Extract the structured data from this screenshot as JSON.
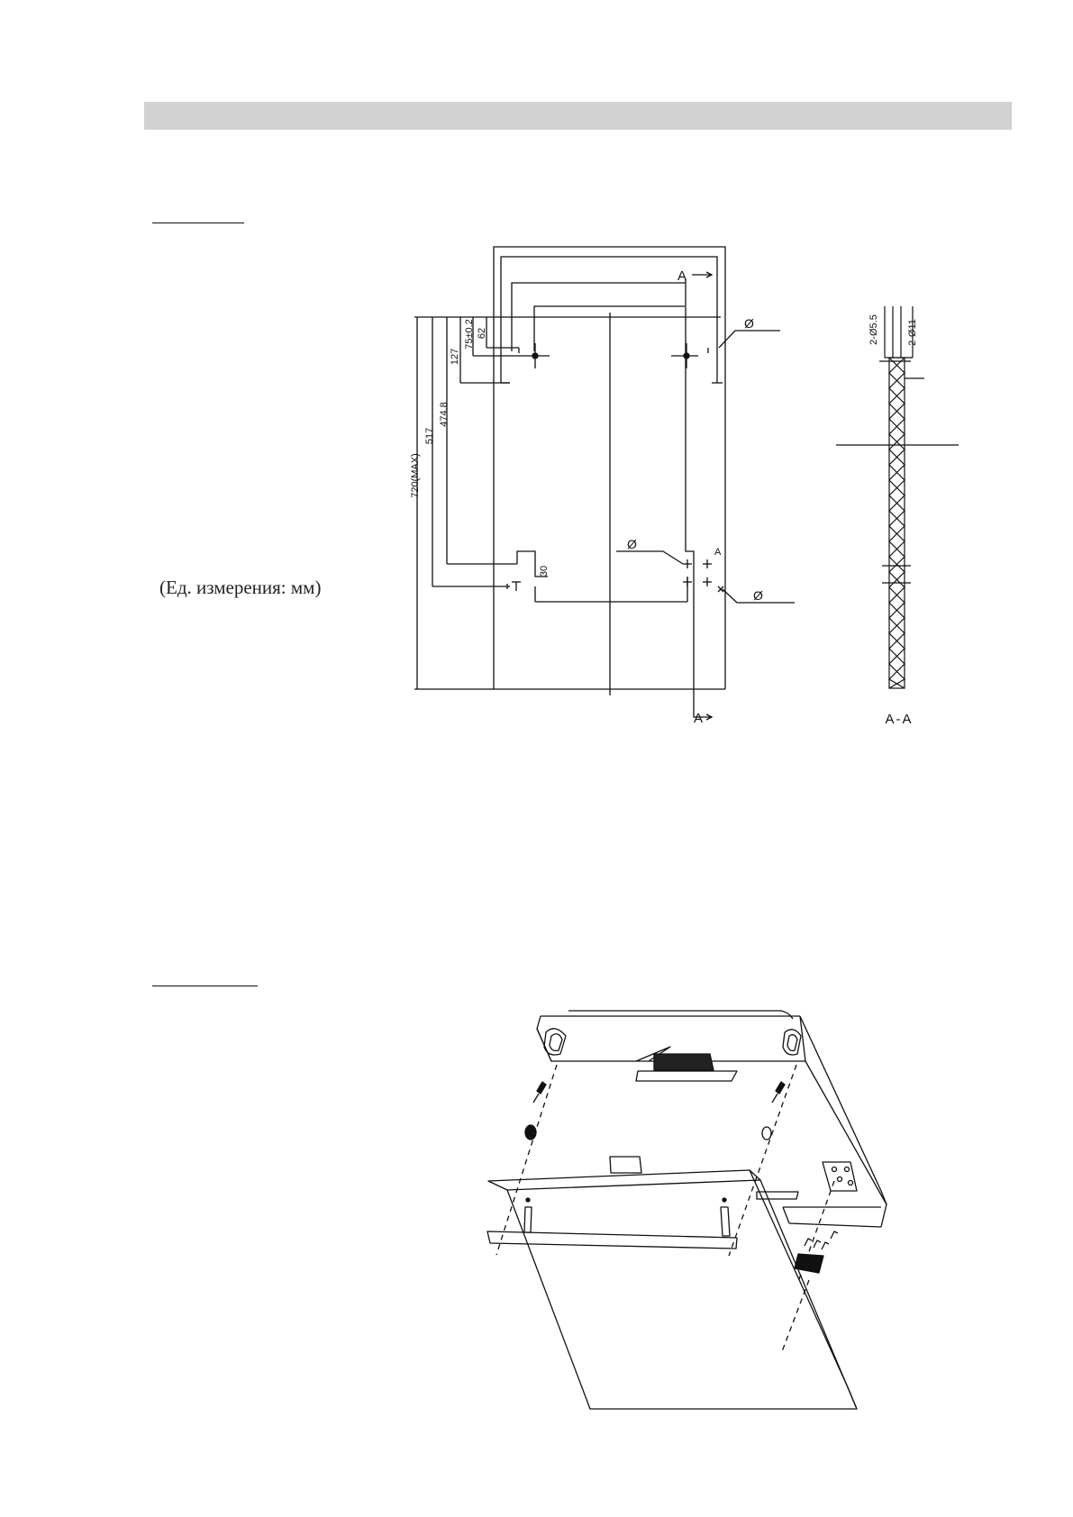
{
  "page": {
    "units_label": "(Ед. измерения: мм)"
  },
  "drawing": {
    "dim_720": "720(MAX)",
    "dim_517": "517",
    "dim_474": "474.8",
    "dim_127": "127",
    "dim_75": "75±0.2",
    "dim_62": "62",
    "dim_30": "30",
    "phi_symbol": "Ø",
    "section_marker": "A",
    "hole_55": "2-Ø5.5",
    "hole_11": "2-Ø11",
    "section_label": "A-A"
  },
  "colors": {
    "line": "#111111",
    "header_bar": "#d2d2d2"
  }
}
